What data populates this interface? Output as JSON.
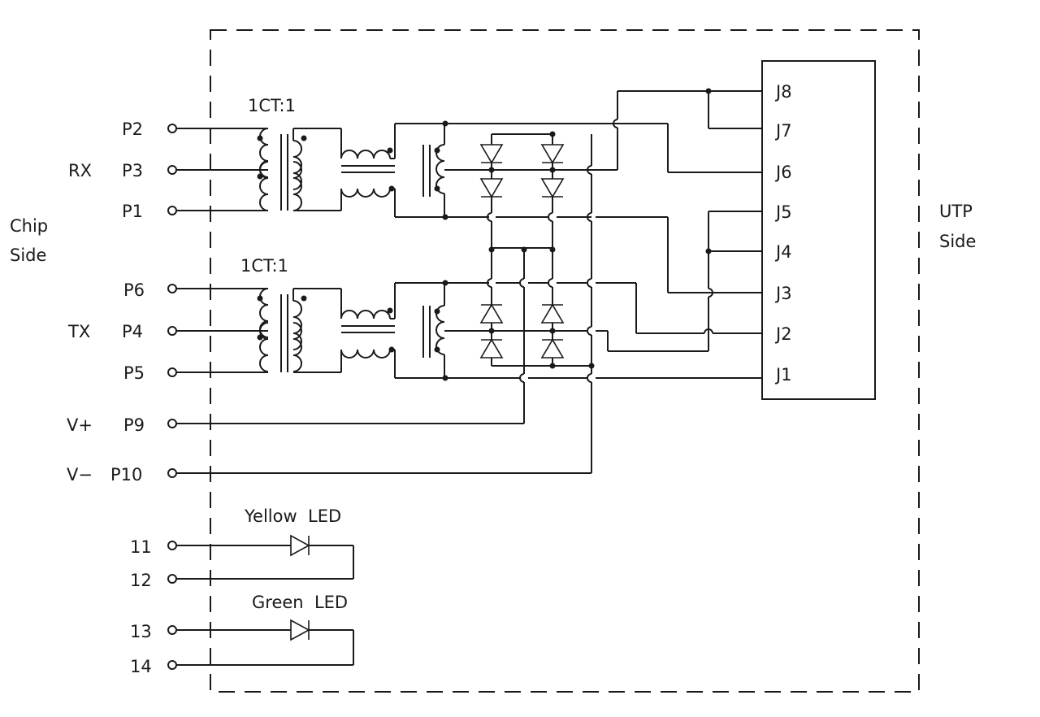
{
  "chip_side": {
    "line1": "Chip",
    "line2": "Side"
  },
  "utp_side": {
    "line1": "UTP",
    "line2": "Side"
  },
  "groups": {
    "rx": "RX",
    "tx": "TX",
    "vplus": "V+",
    "vminus": "V−"
  },
  "ratio_rx": "1CT:1",
  "ratio_tx": "1CT:1",
  "pins": {
    "p2": "P2",
    "p3": "P3",
    "p1": "P1",
    "p6": "P6",
    "p4": "P4",
    "p5": "P5",
    "p9": "P9",
    "p10": "P10",
    "p11": "11",
    "p12": "12",
    "p13": "13",
    "p14": "14"
  },
  "jack": {
    "j8": "J8",
    "j7": "J7",
    "j6": "J6",
    "j5": "J5",
    "j4": "J4",
    "j3": "J3",
    "j2": "J2",
    "j1": "J1"
  },
  "leds": {
    "yellow": "Yellow  LED",
    "green": "Green  LED"
  }
}
